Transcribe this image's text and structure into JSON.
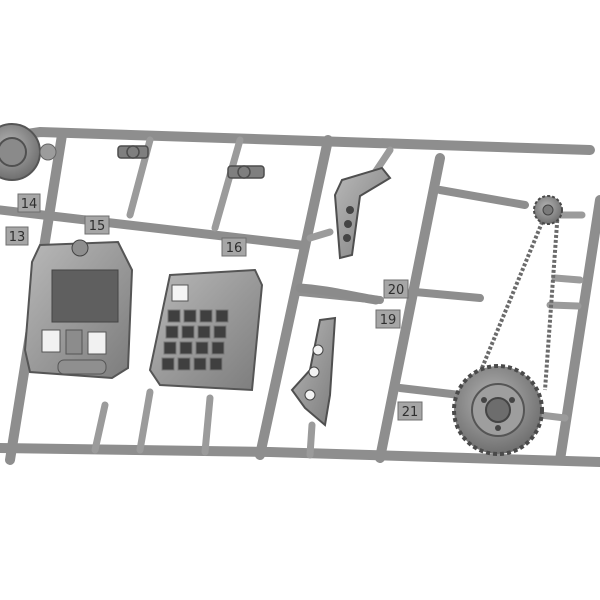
{
  "photo": {
    "background_color": "#ffffff",
    "plastic_color": "#9a9a9a",
    "plastic_dark": "#5e5e5e",
    "plastic_light": "#c4c4c4",
    "part_numbers": [
      "14",
      "13",
      "15",
      "16",
      "19",
      "20",
      "21"
    ]
  }
}
